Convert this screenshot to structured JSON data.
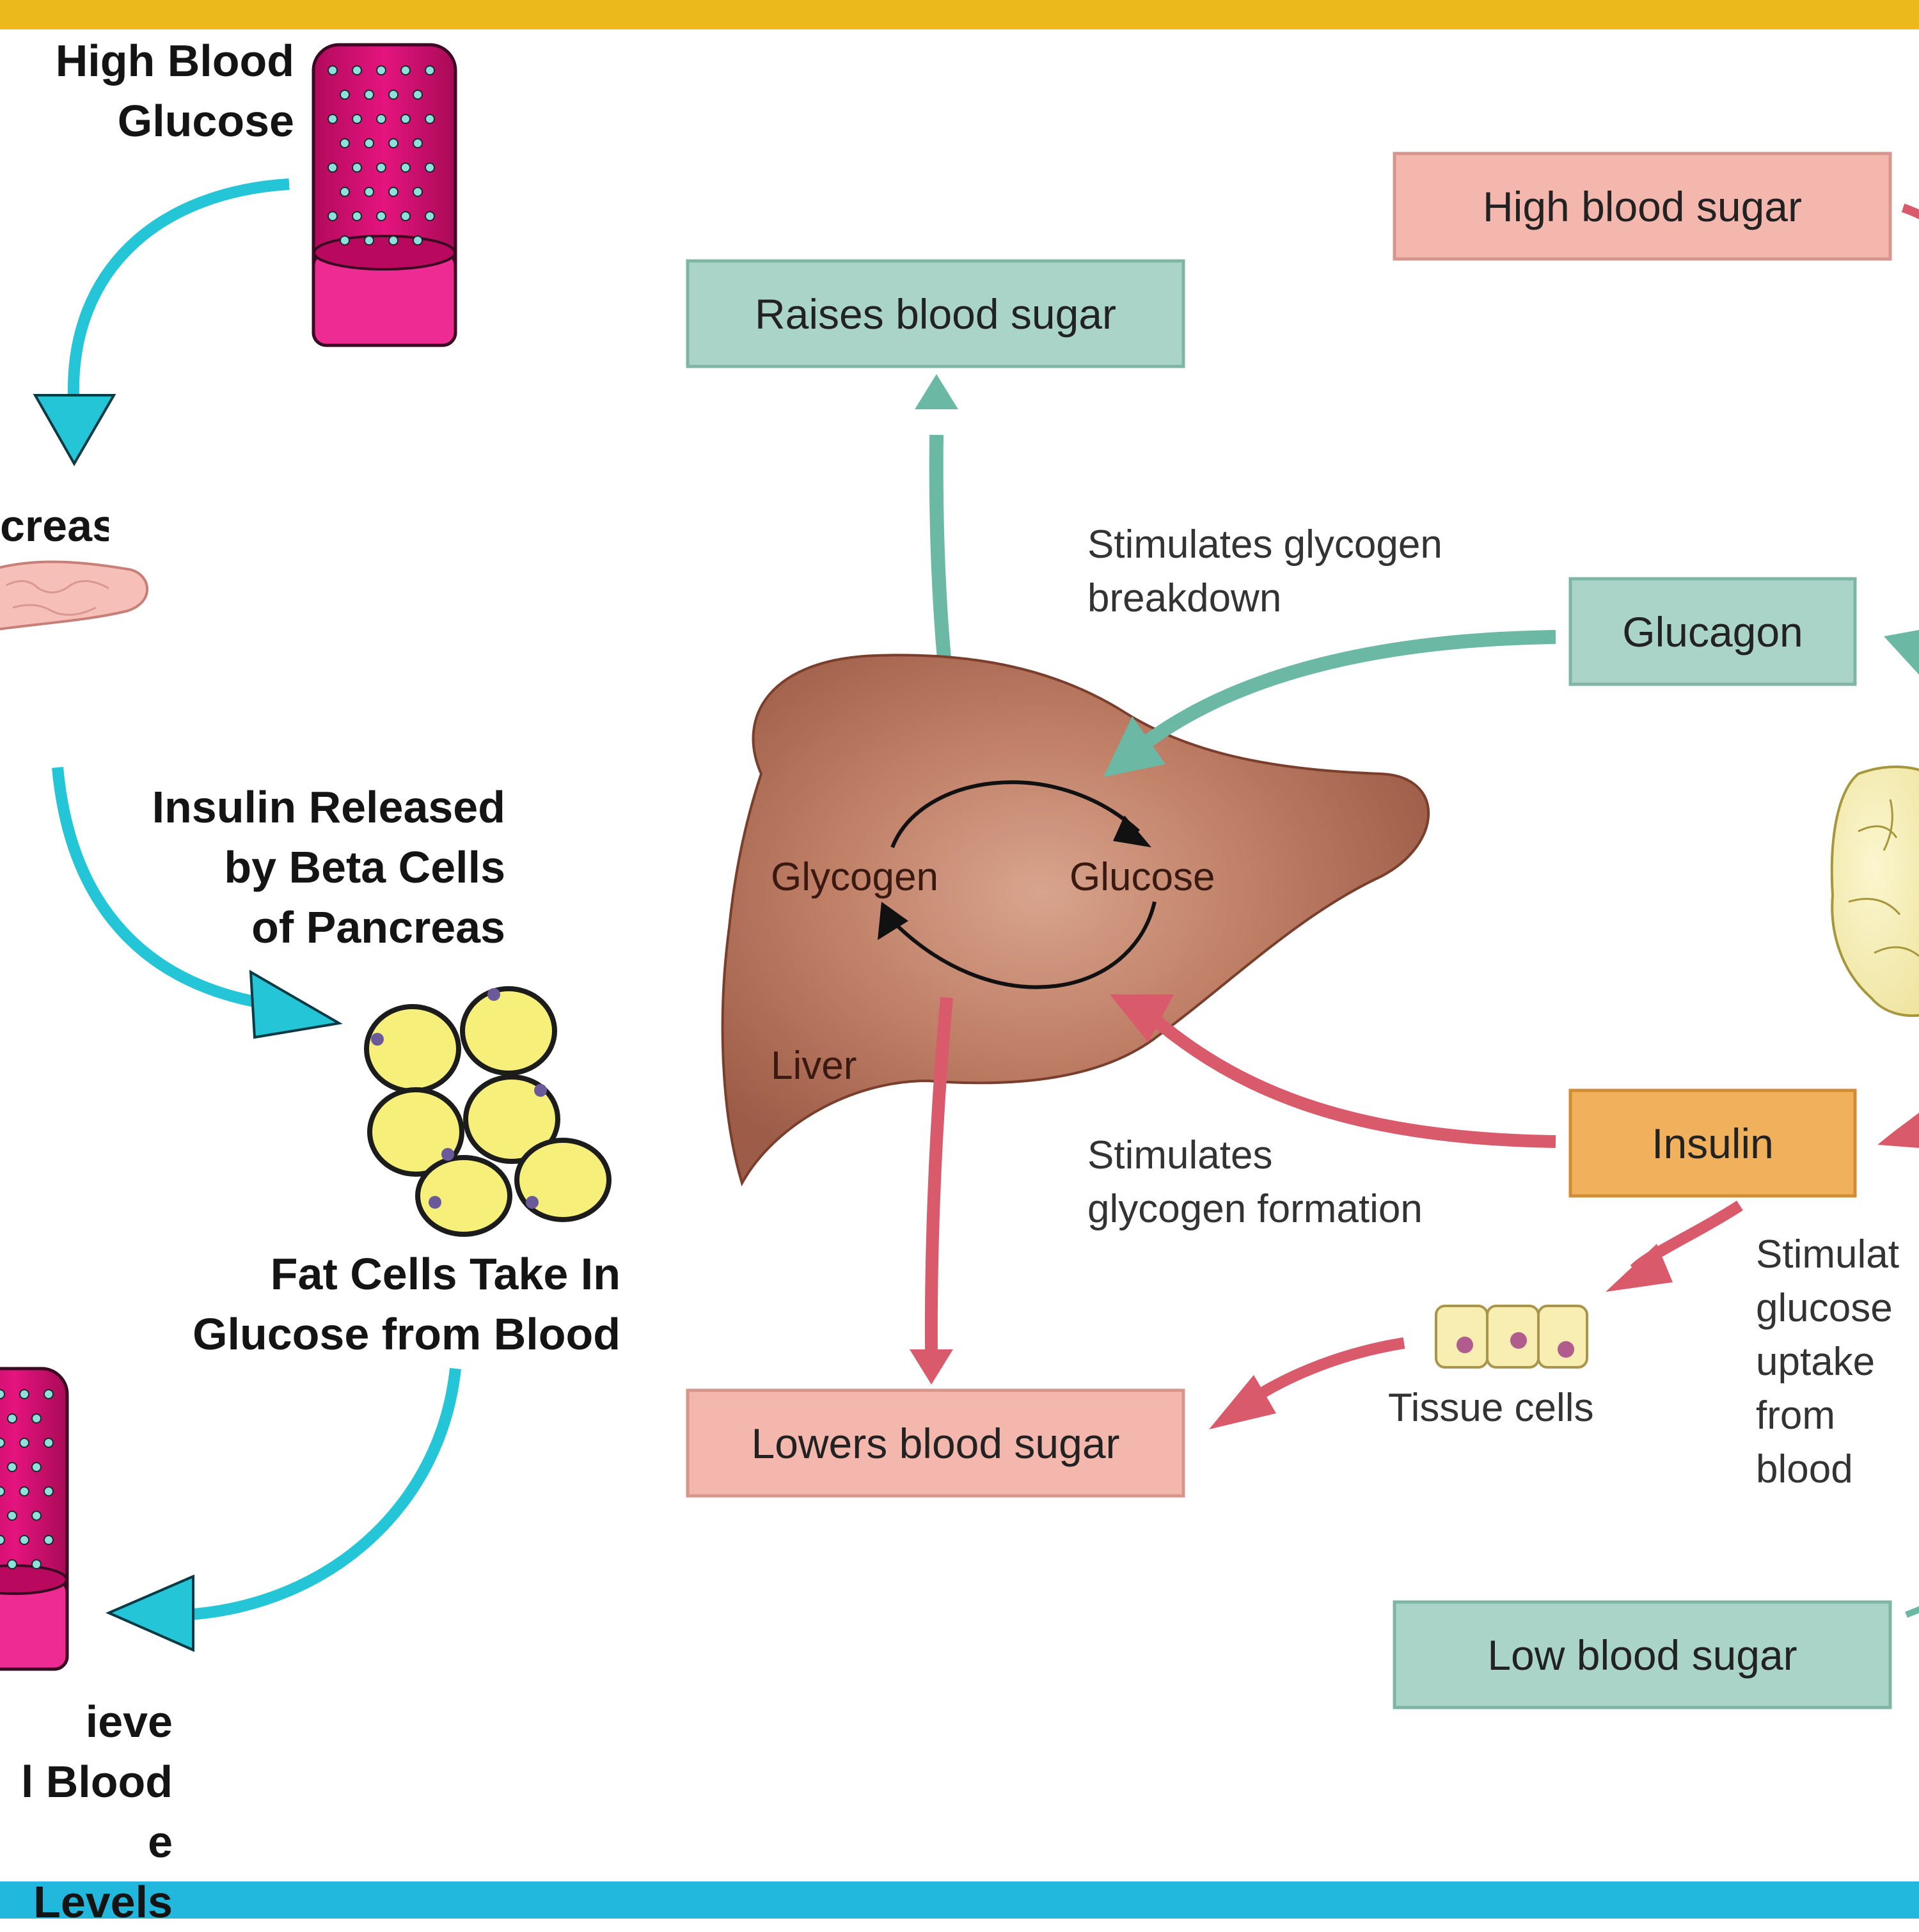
{
  "colors": {
    "top_bar": "#ecb91c",
    "bottom_bar": "#22b8de",
    "cyan_arrow": "#23c5d6",
    "teal_box": "#a9d4c7",
    "teal_arrow": "#6bb8a4",
    "pink_box": "#f3b7ae",
    "red_arrow": "#d95b6b",
    "insulin_box": "#f1b05c",
    "liver": "#b8735f",
    "fat_cell": "#f6f07a",
    "blood_vessel": "#e0117a"
  },
  "left_panel": {
    "high_blood_glucose": "High Blood\nGlucose",
    "pancreas": "creas",
    "insulin_released": "Insulin Released\nby  Beta  Cells\nof Pancreas",
    "fat_cells": "Fat Cells Take In\nGlucose from Blood",
    "achieve": "ieve\nl Blood\ne Levels"
  },
  "right_panel": {
    "raises_blood_sugar": "Raises blood sugar",
    "high_blood_sugar": "High blood sugar",
    "stimulates_breakdown": "Stimulates glycogen\nbreakdown",
    "glucagon": "Glucagon",
    "glycogen": "Glycogen",
    "glucose": "Glucose",
    "liver": "Liver",
    "insulin": "Insulin",
    "stimulates_formation": "Stimulates\nglycogen formation",
    "stimulates_uptake": "Stimulat\nglucose\nuptake\nfrom\nblood",
    "tissue_cells": "Tissue cells",
    "lowers_blood_sugar": "Lowers blood sugar",
    "low_blood_sugar": "Low blood sugar"
  },
  "icons": [
    "blood-vessel-icon",
    "pancreas-icon",
    "fat-cells-icon",
    "liver-icon",
    "tissue-cells-icon",
    "adipose-tissue-icon"
  ]
}
